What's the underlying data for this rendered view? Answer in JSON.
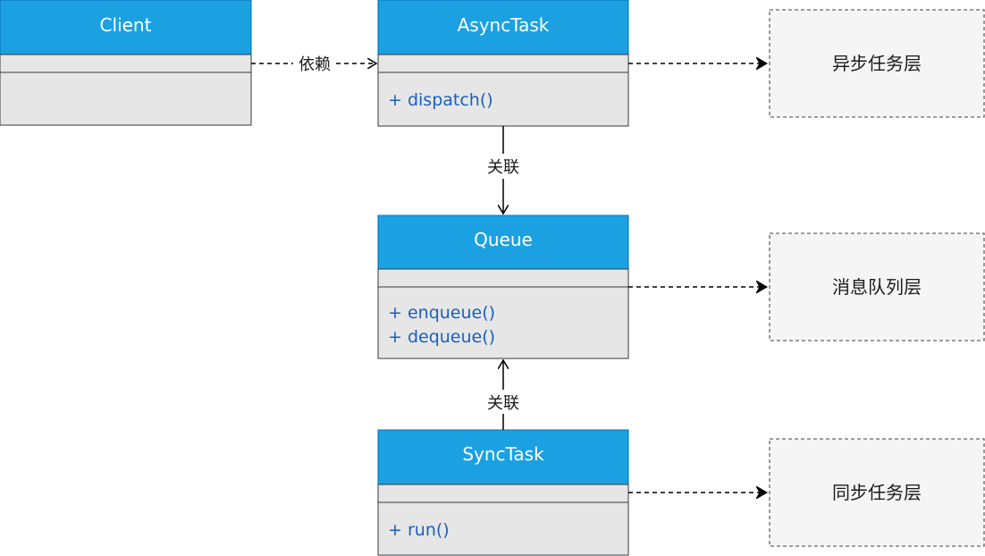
{
  "classes": {
    "client": {
      "name": "Client",
      "methods": []
    },
    "asynctask": {
      "name": "AsyncTask",
      "methods": [
        "+ dispatch()"
      ]
    },
    "queue": {
      "name": "Queue",
      "methods": [
        "+ enqueue()",
        "+ dequeue()"
      ]
    },
    "synctask": {
      "name": "SyncTask",
      "methods": [
        "+ run()"
      ]
    }
  },
  "edges": {
    "client_async": "依赖",
    "async_queue": "关联",
    "sync_queue": "关联"
  },
  "layers": {
    "async": "异步任务层",
    "queue": "消息队列层",
    "sync": "同步任务层"
  },
  "colors": {
    "header": "#1ba1e2",
    "header_border": "#006eaf",
    "body": "#e6e6e6",
    "method_text": "#1b5fbd",
    "layer_fill": "#f5f5f5",
    "layer_border": "#666666"
  }
}
